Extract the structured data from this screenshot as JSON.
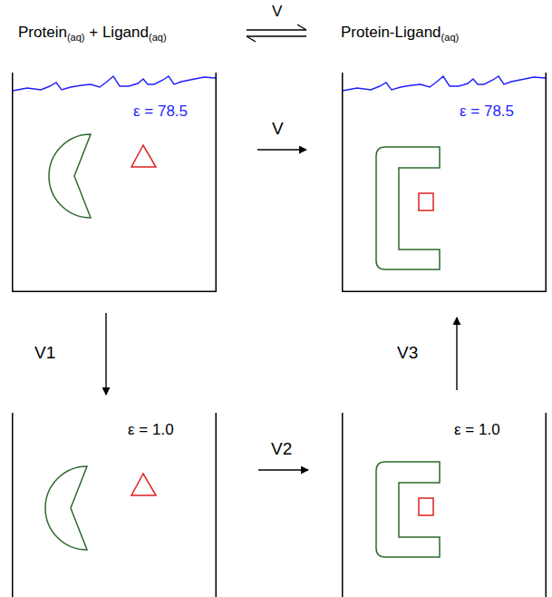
{
  "diagram": {
    "nodes": [
      {
        "text": [
          "ε = 78.5"
        ]
      },
      {
        "text": [
          "ε = 78.5"
        ]
      },
      {
        "text": [
          "ε = 1.0"
        ]
      },
      {
        "text": [
          "ε = 1.0"
        ]
      }
    ],
    "edges": [
      {
        "from": 0,
        "to": 1,
        "arrow": "to",
        "label": "V"
      },
      {
        "from": 0,
        "to": 2,
        "arrow": "to",
        "label": "V1"
      },
      {
        "from": 2,
        "to": 3,
        "arrow": "to",
        "label": "V2"
      },
      {
        "from": 3,
        "to": 1,
        "arrow": "to",
        "label": "V3"
      }
    ],
    "labels": [
      "Protein(aq) + Ligand(aq)",
      "V",
      "Protein-Ligand(aq)"
    ]
  }
}
